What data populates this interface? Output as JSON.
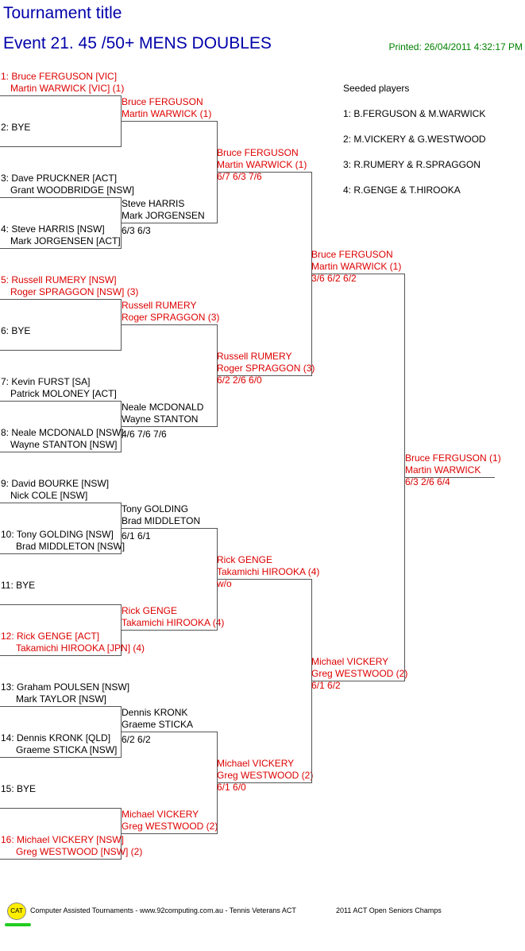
{
  "header": {
    "tournament_title": "Tournament title",
    "event_title": "Event 21. 45 /50+ MENS DOUBLES",
    "printed": "Printed: 26/04/2011 4:32:17 PM"
  },
  "seeded": {
    "heading": "Seeded players",
    "items": [
      "1: B.FERGUSON & M.WARWICK",
      "2: M.VICKERY & G.WESTWOOD",
      "3: R.RUMERY & R.SPRAGGON",
      "4: R.GENGE & T.HIROOKA"
    ]
  },
  "round1": [
    {
      "l1": "1: Bruce FERGUSON [VIC]",
      "l2": "Martin WARWICK [VIC] (1)",
      "seeded": true
    },
    {
      "l1": "2: BYE",
      "l2": "",
      "seeded": false
    },
    {
      "l1": "3: Dave PRUCKNER [ACT]",
      "l2": "Grant WOODBRIDGE [NSW]",
      "seeded": false
    },
    {
      "l1": "4: Steve HARRIS [NSW]",
      "l2": "Mark JORGENSEN [ACT]",
      "seeded": false
    },
    {
      "l1": "5: Russell RUMERY [NSW]",
      "l2": "Roger SPRAGGON [NSW] (3)",
      "seeded": true
    },
    {
      "l1": "6: BYE",
      "l2": "",
      "seeded": false
    },
    {
      "l1": "7: Kevin FURST [SA]",
      "l2": "Patrick MOLONEY [ACT]",
      "seeded": false
    },
    {
      "l1": "8: Neale MCDONALD [NSW]",
      "l2": "Wayne STANTON [NSW]",
      "seeded": false
    },
    {
      "l1": "9: David BOURKE [NSW]",
      "l2": "Nick COLE [NSW]",
      "seeded": false
    },
    {
      "l1": "10: Tony GOLDING [NSW]",
      "l2": "Brad MIDDLETON [NSW]",
      "seeded": false
    },
    {
      "l1": "11: BYE",
      "l2": "",
      "seeded": false
    },
    {
      "l1": "12: Rick GENGE [ACT]",
      "l2": "Takamichi HIROOKA [JPN] (4)",
      "seeded": true
    },
    {
      "l1": "13: Graham POULSEN [NSW]",
      "l2": "Mark TAYLOR [NSW]",
      "seeded": false
    },
    {
      "l1": "14: Dennis KRONK [QLD]",
      "l2": "Graeme STICKA [NSW]",
      "seeded": false
    },
    {
      "l1": "15: BYE",
      "l2": "",
      "seeded": false
    },
    {
      "l1": "16: Michael VICKERY [NSW]",
      "l2": "Greg WESTWOOD [NSW] (2)",
      "seeded": true
    }
  ],
  "round2": [
    {
      "l1": "Bruce FERGUSON",
      "l2": "Martin WARWICK (1)",
      "score": "",
      "seeded": true
    },
    {
      "l1": "Steve HARRIS",
      "l2": "Mark JORGENSEN",
      "score": "6/3 6/3",
      "seeded": false
    },
    {
      "l1": "Russell RUMERY",
      "l2": "Roger SPRAGGON (3)",
      "score": "",
      "seeded": true
    },
    {
      "l1": "Neale MCDONALD",
      "l2": "Wayne STANTON",
      "score": "4/6 7/6 7/6",
      "seeded": false
    },
    {
      "l1": "Tony GOLDING",
      "l2": "Brad MIDDLETON",
      "score": "6/1 6/1",
      "seeded": false
    },
    {
      "l1": "Rick GENGE",
      "l2": "Takamichi HIROOKA (4)",
      "score": "",
      "seeded": true
    },
    {
      "l1": "Dennis KRONK",
      "l2": "Graeme STICKA",
      "score": "6/2 6/2",
      "seeded": false
    },
    {
      "l1": "Michael VICKERY",
      "l2": "Greg WESTWOOD (2)",
      "score": "",
      "seeded": true
    }
  ],
  "round3": [
    {
      "l1": "Bruce FERGUSON",
      "l2": "Martin WARWICK (1)",
      "score": "6/7 6/3 7/6",
      "seeded": true
    },
    {
      "l1": "Russell RUMERY",
      "l2": "Roger SPRAGGON (3)",
      "score": "6/2 2/6 6/0",
      "seeded": true
    },
    {
      "l1": "Rick GENGE",
      "l2": "Takamichi HIROOKA (4)",
      "score": "w/o",
      "seeded": true
    },
    {
      "l1": "Michael VICKERY",
      "l2": "Greg WESTWOOD (2)",
      "score": "6/1 6/0",
      "seeded": true
    }
  ],
  "round4": [
    {
      "l1": "Bruce FERGUSON",
      "l2": "Martin WARWICK (1)",
      "score": "3/6 6/2 6/2",
      "seeded": true
    },
    {
      "l1": "Michael VICKERY",
      "l2": "Greg WESTWOOD (2)",
      "score": "6/1 6/2",
      "seeded": true
    }
  ],
  "final": {
    "l1": "Bruce FERGUSON (1)",
    "l2": "Martin WARWICK",
    "score": "6/3 2/6 6/4",
    "seeded": true
  },
  "footer": {
    "logo_text": "CAT",
    "text": "Computer Assisted Tournaments - www.92computing.com.au -  Tennis Veterans ACT",
    "event": "2011 ACT Open Seniors Champs"
  },
  "colors": {
    "title": "#0000aa",
    "seeded": "#dd0000",
    "printed": "#008000",
    "line": "#555555",
    "logo_bar": "#22cc22"
  }
}
